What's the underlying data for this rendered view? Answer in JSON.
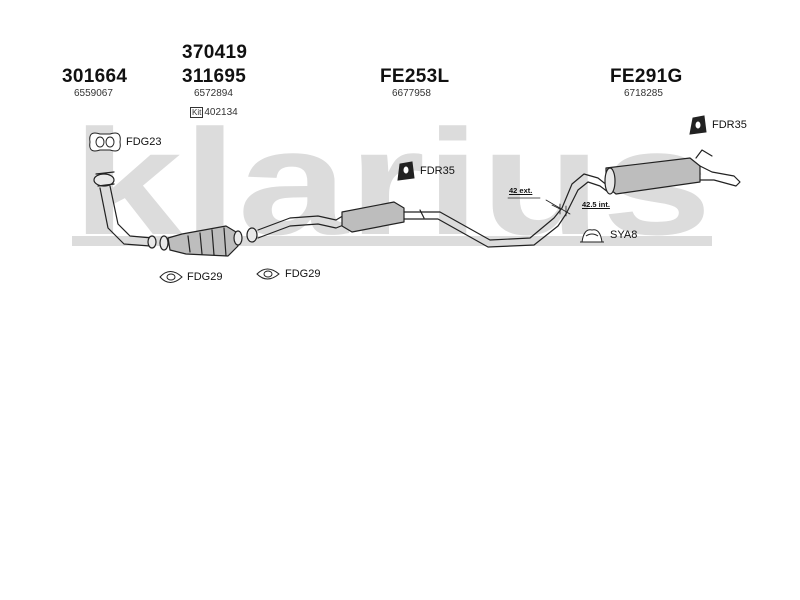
{
  "watermark": {
    "text": "klarius"
  },
  "colors": {
    "watermark": "#dcdcdc",
    "line": "#222222",
    "fill_light": "#e9e9e9",
    "fill_mid": "#bdbdbd"
  },
  "groups": [
    {
      "main": "301664",
      "sub": "6559067"
    },
    {
      "main_top": "370419",
      "main": "311695",
      "sub": "6572894",
      "kit_label": "Kit",
      "kit_number": "402134"
    },
    {
      "main": "FE253L",
      "sub": "6677958"
    },
    {
      "main": "FE291G",
      "sub": "6718285"
    }
  ],
  "parts": {
    "gasket_fdg23": "FDG23",
    "mount_fdr35_mid": "FDR35",
    "mount_fdr35_right": "FDR35",
    "clamp_sya8": "SYA8",
    "gasket_fdg29_a": "FDG29",
    "gasket_fdg29_b": "FDG29"
  },
  "dimensions": {
    "ext": "42 ext.",
    "int": "42.5 int."
  },
  "icons": {
    "gasket": "gasket-icon",
    "rubber_mount": "rubber-mount-icon",
    "clamp": "clamp-icon"
  }
}
